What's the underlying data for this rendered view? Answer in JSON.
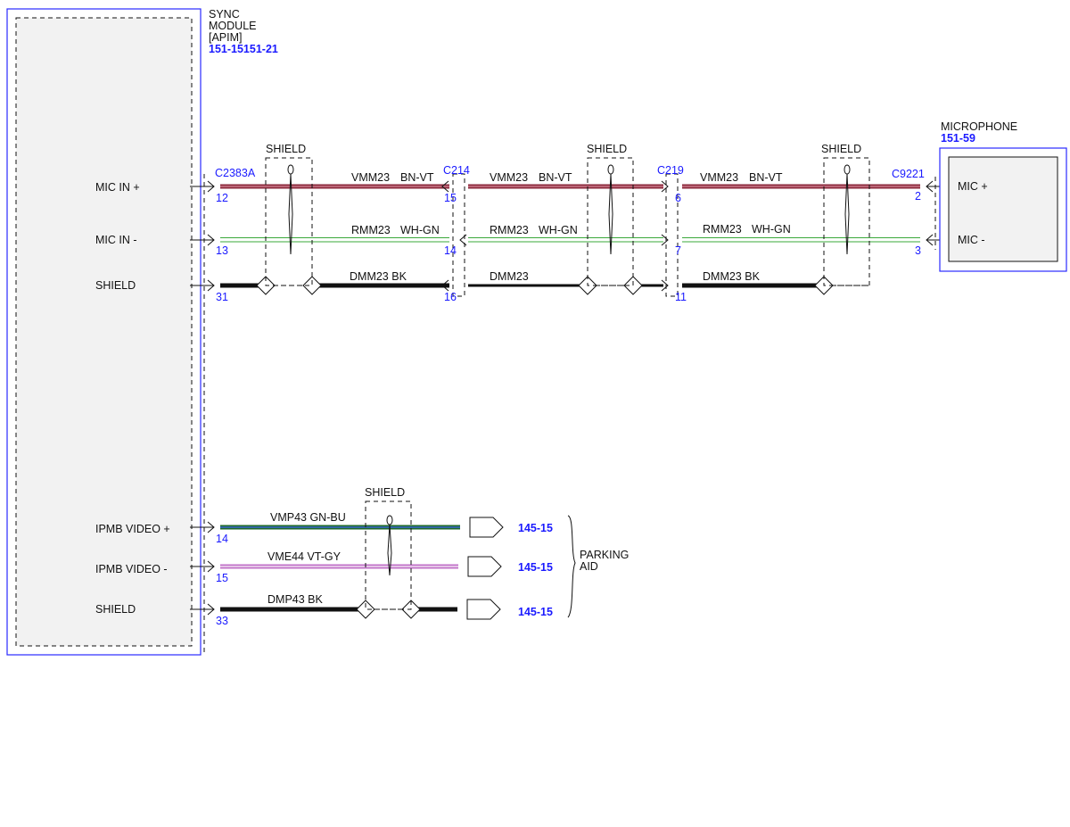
{
  "sync_module": {
    "name_line1": "SYNC",
    "name_line2": "MODULE",
    "name_line3": "[APIM]",
    "ref": "151-15151-21",
    "pins": {
      "mic_in_plus": "MIC IN +",
      "mic_in_minus": "MIC IN -",
      "shield": "SHIELD",
      "ipmb_video_plus": "IPMB VIDEO +",
      "ipmb_video_minus": "IPMB VIDEO -",
      "shield2": "SHIELD"
    }
  },
  "microphone": {
    "name": "MICROPHONE",
    "ref": "151-59",
    "pins": {
      "mic_plus": "MIC +",
      "mic_minus": "MIC -"
    }
  },
  "connectors": {
    "c2383a": "C2383A",
    "c214": "C214",
    "c219": "C219",
    "c9221": "C9221"
  },
  "pin_numbers": {
    "c2383a": [
      "12",
      "13",
      "31",
      "14",
      "15",
      "33"
    ],
    "c214": [
      "15",
      "14",
      "16"
    ],
    "c219": [
      "6",
      "7",
      "11"
    ],
    "c9221": [
      "2",
      "3"
    ]
  },
  "shield_label": "SHIELD",
  "wires": {
    "vmm23_seg": "VMM23",
    "bn_vt": "BN-VT",
    "rmm23_seg": "RMM23",
    "wh_gn": "WH-GN",
    "dmm23_bk": "DMM23  BK",
    "dmm23": "DMM23",
    "vmp43": "VMP43  GN-BU",
    "vme44": "VME44  VT-GY",
    "dmp43": "DMP43  BK"
  },
  "parking_aid": {
    "ref1": "145-15",
    "ref2": "145-15",
    "ref3": "145-15",
    "line1": "PARKING",
    "line2": "AID"
  },
  "colors": {
    "module_border": "#2a2aff",
    "wire_bn_vt": "#8b2a3c",
    "wire_wh_gn": "#3aa83a",
    "wire_gn_bu": "#1f6a2a",
    "wire_vt_gy": "#c070c8",
    "ref_text": "#1a1aff"
  }
}
